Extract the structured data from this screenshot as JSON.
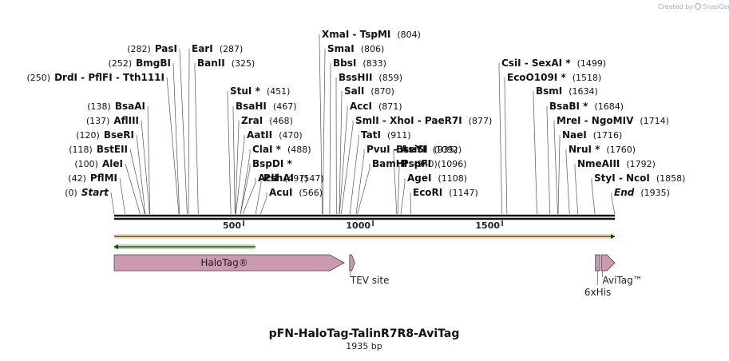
{
  "watermark": {
    "text": "Created by",
    "brand": "SnapGene"
  },
  "plasmid": {
    "name": "pFN-HaloTag-TalinR7R8-AviTag",
    "length_label": "1935 bp",
    "length": 1935
  },
  "ruler": {
    "ticks": [
      500,
      1000,
      1500
    ],
    "tick_labels": [
      "500",
      "1000",
      "1500"
    ]
  },
  "sites": [
    {
      "text": "Start",
      "pos": 0,
      "pos_label": "(0)",
      "side": "left",
      "italic": true
    },
    {
      "text": "PflMI",
      "pos": 42,
      "pos_label": "(42)",
      "side": "left"
    },
    {
      "text": "AleI",
      "pos": 100,
      "pos_label": "(100)",
      "side": "left"
    },
    {
      "text": "BstEII",
      "pos": 118,
      "pos_label": "(118)",
      "side": "left"
    },
    {
      "text": "BseRI",
      "pos": 120,
      "pos_label": "(120)",
      "side": "left"
    },
    {
      "text": "AflIII",
      "pos": 137,
      "pos_label": "(137)",
      "side": "left"
    },
    {
      "text": "BsaAI",
      "pos": 138,
      "pos_label": "(138)",
      "side": "left"
    },
    {
      "text": "DrdI  -  PflFI  -  Tth111I",
      "pos": 250,
      "pos_label": "(250)",
      "side": "left"
    },
    {
      "text": "BmgBI",
      "pos": 252,
      "pos_label": "(252)",
      "side": "left"
    },
    {
      "text": "PasI",
      "pos": 282,
      "pos_label": "(282)",
      "side": "left"
    },
    {
      "text": "EarI",
      "pos": 287,
      "pos_label": "(287)",
      "side": "right"
    },
    {
      "text": "BanII",
      "pos": 325,
      "pos_label": "(325)",
      "side": "right"
    },
    {
      "text": "StuI *",
      "pos": 451,
      "pos_label": "(451)",
      "side": "right"
    },
    {
      "text": "BsaHI",
      "pos": 467,
      "pos_label": "(467)",
      "side": "right"
    },
    {
      "text": "ZraI",
      "pos": 468,
      "pos_label": "(468)",
      "side": "right"
    },
    {
      "text": "AatII",
      "pos": 470,
      "pos_label": "(470)",
      "side": "right"
    },
    {
      "text": "ClaI *",
      "pos": 488,
      "pos_label": "(488)",
      "side": "right"
    },
    {
      "text": "BspDI *",
      "pos": 488,
      "pos_label": "",
      "side": "right"
    },
    {
      "text": "AclI",
      "pos": 497,
      "pos_label": "(497)",
      "side": "right"
    },
    {
      "text": "PshAI",
      "pos": 547,
      "pos_label": "(547)",
      "side": "right"
    },
    {
      "text": "AcuI",
      "pos": 566,
      "pos_label": "(566)",
      "side": "right"
    },
    {
      "text": "XmaI  -  TspMI",
      "pos": 804,
      "pos_label": "(804)",
      "side": "right"
    },
    {
      "text": "SmaI",
      "pos": 806,
      "pos_label": "(806)",
      "side": "right"
    },
    {
      "text": "BbsI",
      "pos": 833,
      "pos_label": "(833)",
      "side": "right"
    },
    {
      "text": "BssHII",
      "pos": 859,
      "pos_label": "(859)",
      "side": "right"
    },
    {
      "text": "SalI",
      "pos": 870,
      "pos_label": "(870)",
      "side": "right"
    },
    {
      "text": "AccI",
      "pos": 871,
      "pos_label": "(871)",
      "side": "right"
    },
    {
      "text": "SmlI  -  XhoI  -  PaeR7I",
      "pos": 877,
      "pos_label": "(877)",
      "side": "right"
    },
    {
      "text": "TatI",
      "pos": 911,
      "pos_label": "(911)",
      "side": "right"
    },
    {
      "text": "PvuI  -  AsiSI",
      "pos": 935,
      "pos_label": "(935)",
      "side": "right"
    },
    {
      "text": "BamHI",
      "pos": 940,
      "pos_label": "(940)",
      "side": "right"
    },
    {
      "text": "BseYI",
      "pos": 1092,
      "pos_label": "(1092)",
      "side": "right"
    },
    {
      "text": "PspFI",
      "pos": 1096,
      "pos_label": "(1096)",
      "side": "right"
    },
    {
      "text": "AgeI",
      "pos": 1108,
      "pos_label": "(1108)",
      "side": "right"
    },
    {
      "text": "EcoRI",
      "pos": 1147,
      "pos_label": "(1147)",
      "side": "right"
    },
    {
      "text": "CsiI  -  SexAI *",
      "pos": 1499,
      "pos_label": "(1499)",
      "side": "right"
    },
    {
      "text": "EcoO109I *",
      "pos": 1518,
      "pos_label": "(1518)",
      "side": "right"
    },
    {
      "text": "BsmI",
      "pos": 1634,
      "pos_label": "(1634)",
      "side": "right"
    },
    {
      "text": "BsaBI *",
      "pos": 1684,
      "pos_label": "(1684)",
      "side": "right"
    },
    {
      "text": "MreI  -  NgoMIV",
      "pos": 1714,
      "pos_label": "(1714)",
      "side": "right"
    },
    {
      "text": "NaeI",
      "pos": 1716,
      "pos_label": "(1716)",
      "side": "right"
    },
    {
      "text": "NruI *",
      "pos": 1760,
      "pos_label": "(1760)",
      "side": "right"
    },
    {
      "text": "NmeAIII",
      "pos": 1792,
      "pos_label": "(1792)",
      "side": "right"
    },
    {
      "text": "StyI  -  NcoI",
      "pos": 1858,
      "pos_label": "(1858)",
      "side": "right"
    },
    {
      "text": "End",
      "pos": 1935,
      "pos_label": "(1935)",
      "side": "right",
      "italic": true
    }
  ],
  "orfs": [
    {
      "start": 0,
      "end": 1935,
      "direction": "forward",
      "color": "#f0a030"
    },
    {
      "start": 0,
      "end": 546,
      "direction": "reverse",
      "color": "#3a9a1a"
    }
  ],
  "features": [
    {
      "label": "HaloTag®",
      "start": 0,
      "end": 889,
      "type": "arrow",
      "color": "#cc99b0"
    },
    {
      "label": "TEV site",
      "start": 910,
      "end": 930,
      "type": "arrow",
      "color": "#cc99b0"
    },
    {
      "label": "6xHis",
      "start": 1860,
      "end": 1878,
      "type": "box",
      "color": "#cc99b0"
    },
    {
      "label": "AviTag™",
      "start": 1884,
      "end": 1935,
      "type": "arrow",
      "color": "#cc99b0"
    }
  ]
}
